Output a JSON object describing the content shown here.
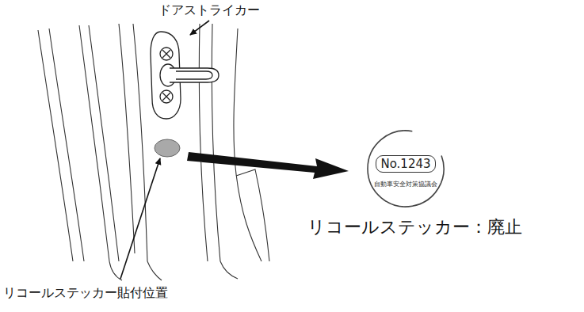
{
  "diagram": {
    "nodes": [
      {
        "text": [
          "No.1243",
          "自動車安全対策協議会"
        ]
      }
    ],
    "labels": [
      "ドアストライカー",
      "リコールステッカー：廃止",
      "リコールステッカー貼付位置"
    ]
  }
}
